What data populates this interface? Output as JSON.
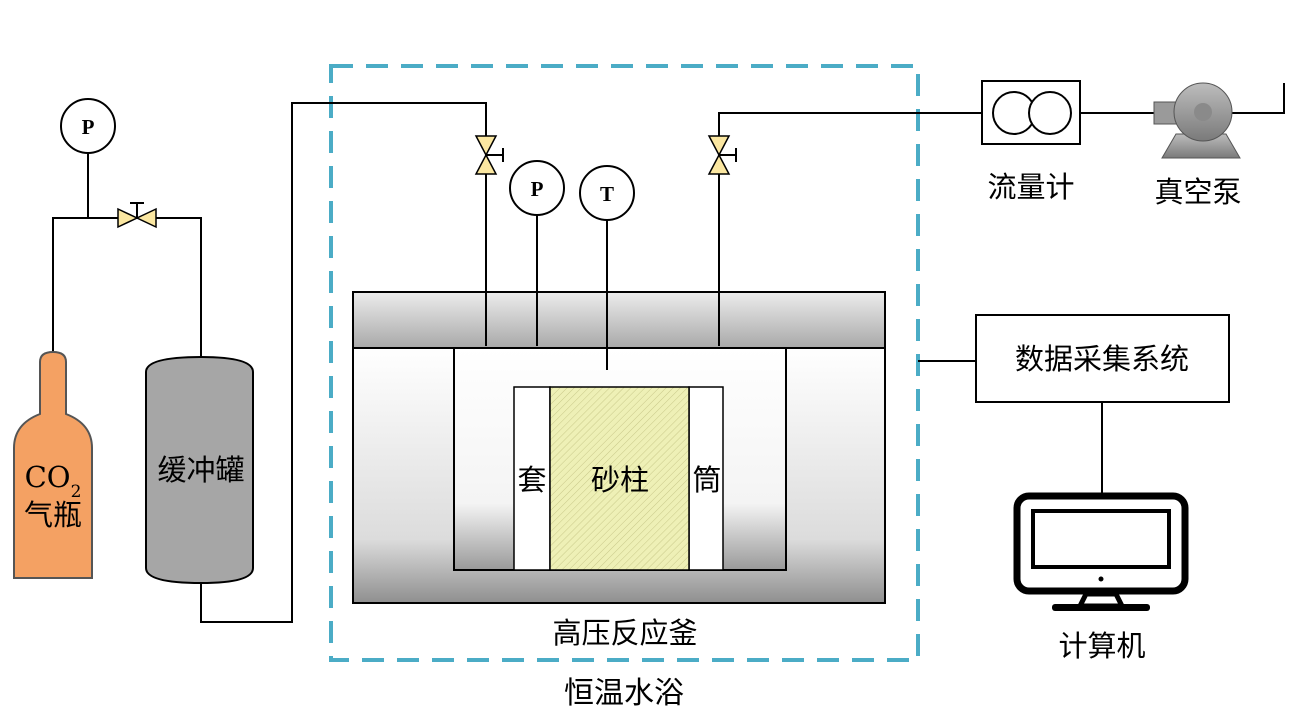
{
  "labels": {
    "co2_main": "CO",
    "co2_sub": "2",
    "co2_bottle": "气瓶",
    "buffer_tank": "缓冲罐",
    "sleeve_left": "套",
    "sand_column": "砂柱",
    "sleeve_right": "筒",
    "reactor": "高压反应釜",
    "water_bath": "恒温水浴",
    "flowmeter": "流量计",
    "vacuum_pump": "真空泵",
    "data_acquisition": "数据采集系统",
    "computer": "计算机"
  },
  "gauges": {
    "inlet_pressure": "P",
    "reactor_pressure": "P",
    "reactor_temperature": "T"
  },
  "colors": {
    "co2_bottle": "#F4A163",
    "buffer_tank": "#A6A6A6",
    "water_bath_border": "#4BACC6",
    "valve": "#FBE7A1",
    "sand_column": "#EEF0B6"
  }
}
